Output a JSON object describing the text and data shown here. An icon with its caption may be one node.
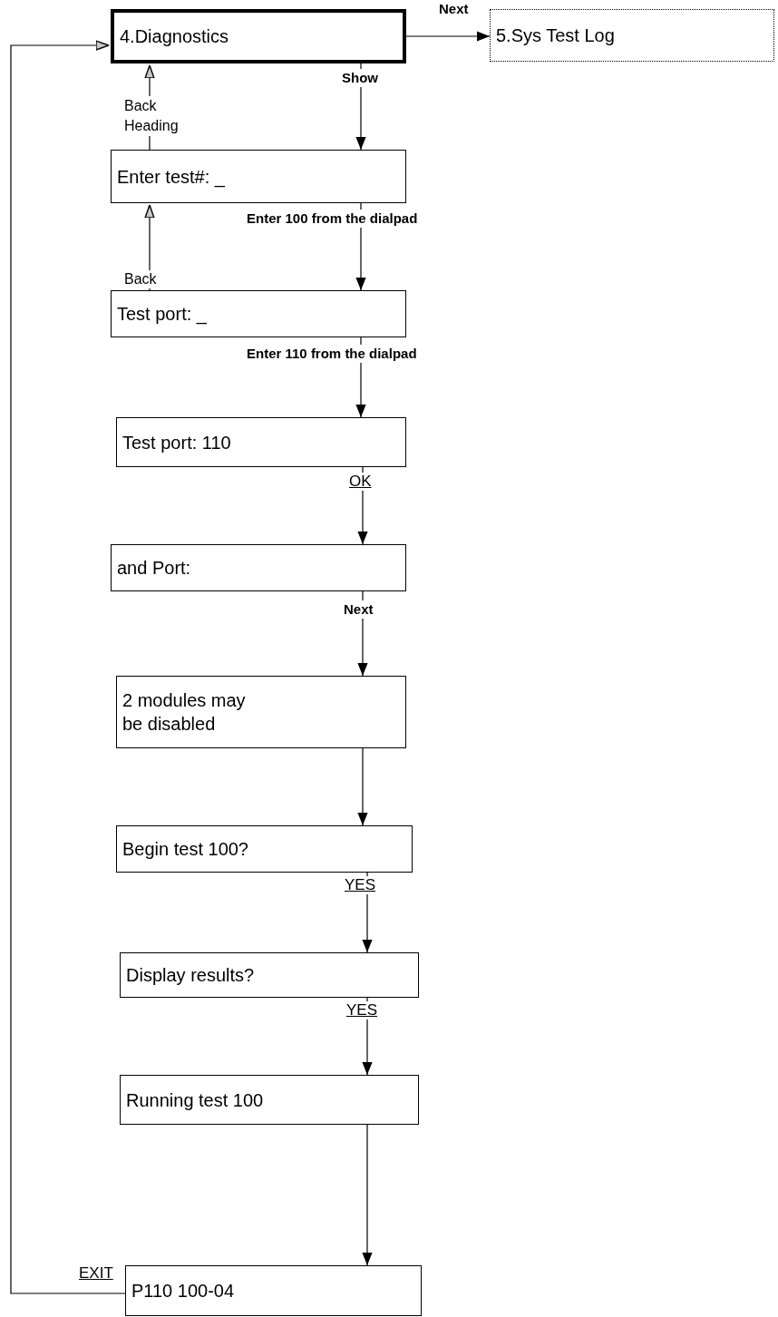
{
  "diagram": {
    "nodes": [
      {
        "text": [
          "4.Diagnostics"
        ]
      },
      {
        "text": [
          "5.Sys Test Log"
        ]
      },
      {
        "text": [
          "Enter test#: _"
        ]
      },
      {
        "text": [
          "Test port: _"
        ]
      },
      {
        "text": [
          "Test port: 110"
        ]
      },
      {
        "text": [
          "and Port:"
        ]
      },
      {
        "text": [
          "2 modules may be disabled"
        ]
      },
      {
        "text": [
          "Begin test 100?"
        ]
      },
      {
        "text": [
          "Display results?"
        ]
      },
      {
        "text": [
          "Running test 100"
        ]
      },
      {
        "text": [
          "P110 100-04"
        ]
      }
    ],
    "edges": [
      {
        "from": 0,
        "to": 1,
        "arrow": "to",
        "label": "Next"
      },
      {
        "from": 0,
        "to": 2,
        "arrow": "to",
        "label": "Show"
      },
      {
        "from": 2,
        "to": 0,
        "arrow": "to",
        "label": "Back Heading"
      },
      {
        "from": 2,
        "to": 3,
        "arrow": "to",
        "label": "Enter 100 from the dialpad"
      },
      {
        "from": 3,
        "to": 2,
        "arrow": "to",
        "label": "Back"
      },
      {
        "from": 3,
        "to": 4,
        "arrow": "to",
        "label": "Enter 110 from the dialpad"
      },
      {
        "from": 4,
        "to": 5,
        "arrow": "to",
        "label": "OK"
      },
      {
        "from": 5,
        "to": 6,
        "arrow": "to",
        "label": "Next"
      },
      {
        "from": 6,
        "to": 7,
        "arrow": "to"
      },
      {
        "from": 7,
        "to": 8,
        "arrow": "to",
        "label": "YES"
      },
      {
        "from": 8,
        "to": 9,
        "arrow": "to",
        "label": "YES"
      },
      {
        "from": 9,
        "to": 10,
        "arrow": "to"
      },
      {
        "from": 10,
        "to": 0,
        "arrow": "to",
        "label": "EXIT"
      }
    ]
  }
}
